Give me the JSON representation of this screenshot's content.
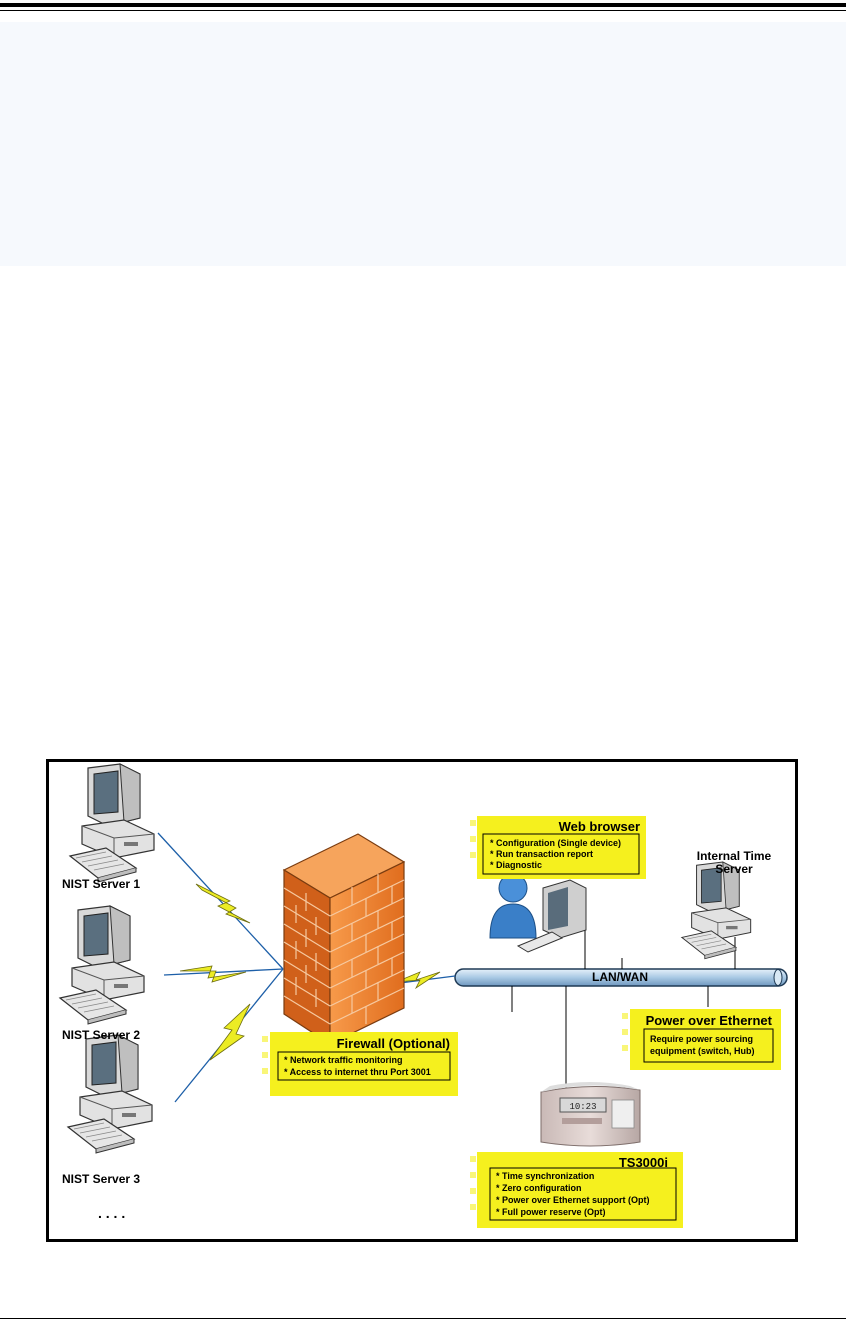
{
  "servers": [
    {
      "label": "NIST Server 1"
    },
    {
      "label": "NIST Server 2"
    },
    {
      "label": "NIST Server 3"
    }
  ],
  "more_indicator": ". . . .",
  "internal_server": {
    "line1": "Internal Time",
    "line2": "Server"
  },
  "network_label": "LAN/WAN",
  "web_browser": {
    "title": "Web browser",
    "items": [
      "* Configuration (Single device)",
      "* Run transaction report",
      "* Diagnostic"
    ]
  },
  "firewall": {
    "title": "Firewall (Optional)",
    "items": [
      "* Network traffic monitoring",
      "* Access to internet thru Port 3001"
    ]
  },
  "poe": {
    "title": "Power over Ethernet",
    "items": [
      "Require power sourcing",
      "equipment (switch, Hub)"
    ]
  },
  "ts3000": {
    "title": "TS3000i",
    "display": "10:23",
    "items": [
      "* Time synchronization",
      "* Zero configuration",
      "* Power over Ethernet support (Opt)",
      "* Full power reserve (Opt)"
    ]
  },
  "colors": {
    "callout": "#f5f01e",
    "pipe": "#b8d4ea",
    "firewall": "#ee7a2c",
    "bolt": "#ecec24"
  }
}
